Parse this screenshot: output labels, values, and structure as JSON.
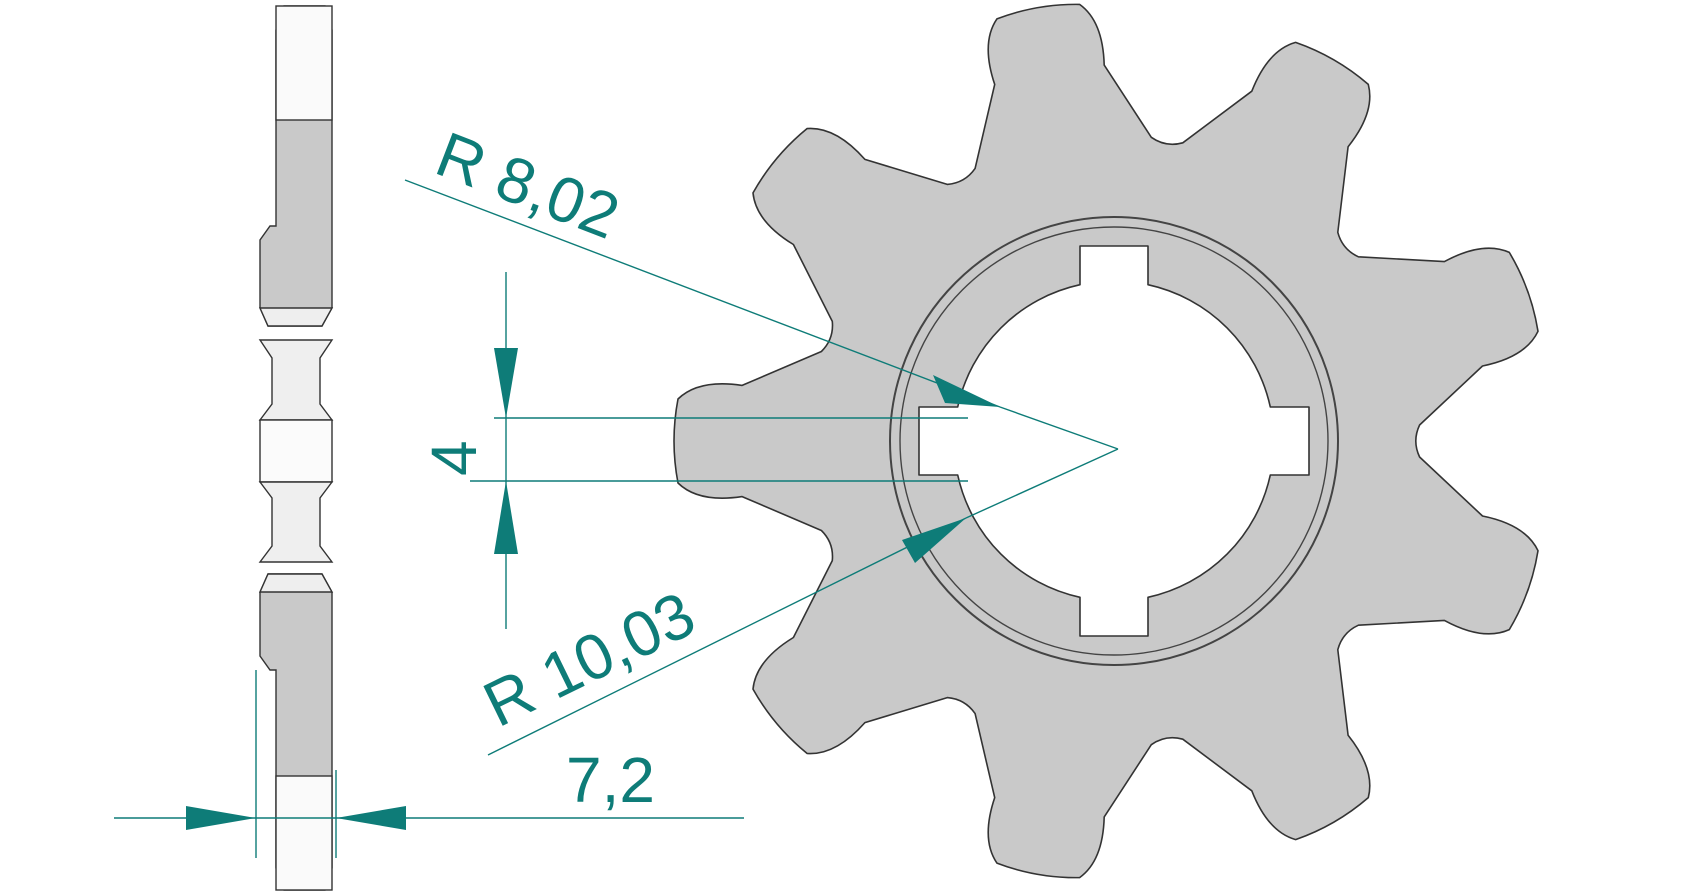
{
  "drawing": {
    "type": "sprocket technical drawing",
    "tooth_count": 9,
    "spline_count": 4,
    "colors": {
      "part_fill": "#c9c9c9",
      "part_stroke": "#333333",
      "dimension": "#0e7c78",
      "background": "#ffffff"
    }
  },
  "dimensions": {
    "small_radius": "R 8,02",
    "large_radius": "R 10,03",
    "keyway_width": "4",
    "thickness": "7,2"
  }
}
